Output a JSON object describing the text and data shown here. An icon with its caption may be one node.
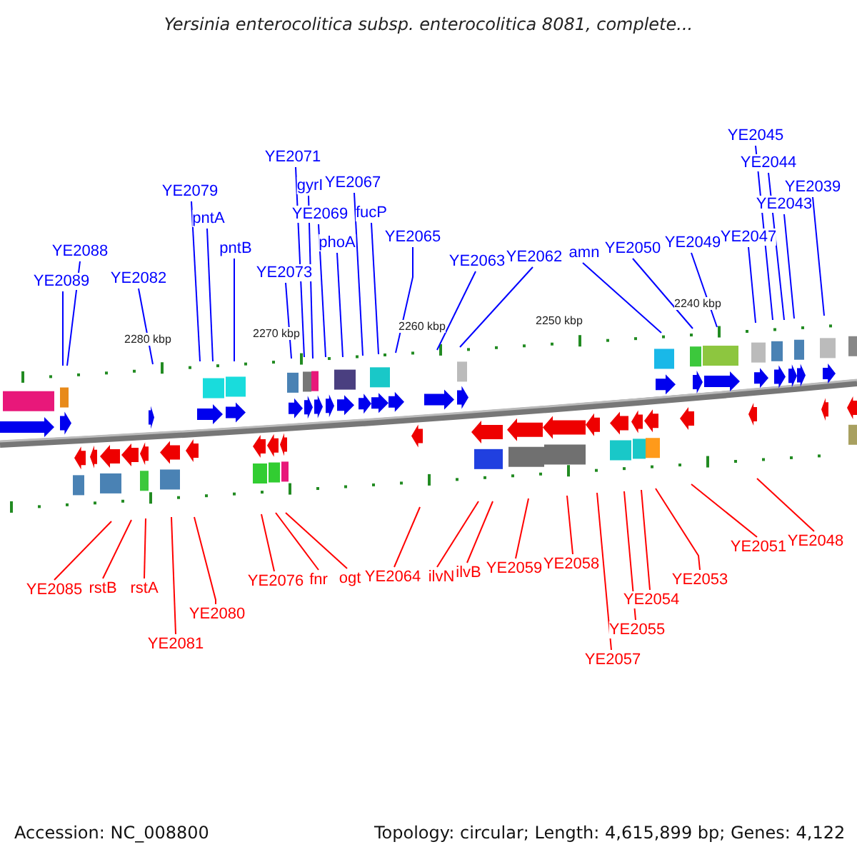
{
  "diagram": {
    "title": "Yersinia enterocolitica subsp. enterocolitica 8081, complete...",
    "nodes": [
      {
        "text": [
          "YE2089"
        ]
      },
      {
        "text": [
          "YE2088"
        ]
      },
      {
        "text": [
          "YE2082"
        ]
      },
      {
        "text": [
          "YE2079"
        ]
      },
      {
        "text": [
          "pntA"
        ]
      },
      {
        "text": [
          "pntB"
        ]
      },
      {
        "text": [
          "YE2073"
        ]
      },
      {
        "text": [
          "YE2071"
        ]
      },
      {
        "text": [
          "gyrI"
        ]
      },
      {
        "text": [
          "YE2069"
        ]
      },
      {
        "text": [
          "phoA"
        ]
      },
      {
        "text": [
          "YE2067"
        ]
      },
      {
        "text": [
          "fucP"
        ]
      },
      {
        "text": [
          "YE2065"
        ]
      },
      {
        "text": [
          "YE2063"
        ]
      },
      {
        "text": [
          "YE2062"
        ]
      },
      {
        "text": [
          "amn"
        ]
      },
      {
        "text": [
          "YE2050"
        ]
      },
      {
        "text": [
          "YE2049"
        ]
      },
      {
        "text": [
          "YE2047"
        ]
      },
      {
        "text": [
          "YE2045"
        ]
      },
      {
        "text": [
          "YE2044"
        ]
      },
      {
        "text": [
          "YE2043"
        ]
      },
      {
        "text": [
          "YE2039"
        ]
      },
      {
        "text": [
          "YE2085"
        ]
      },
      {
        "text": [
          "rstB"
        ]
      },
      {
        "text": [
          "rstA"
        ]
      },
      {
        "text": [
          "YE2081"
        ]
      },
      {
        "text": [
          "YE2080"
        ]
      },
      {
        "text": [
          "YE2076"
        ]
      },
      {
        "text": [
          "fnr"
        ]
      },
      {
        "text": [
          "ogt"
        ]
      },
      {
        "text": [
          "YE2064"
        ]
      },
      {
        "text": [
          "ilvN"
        ]
      },
      {
        "text": [
          "ilvB"
        ]
      },
      {
        "text": [
          "YE2059"
        ]
      },
      {
        "text": [
          "YE2058"
        ]
      },
      {
        "text": [
          "YE2057"
        ]
      },
      {
        "text": [
          "YE2055"
        ]
      },
      {
        "text": [
          "YE2054"
        ]
      },
      {
        "text": [
          "YE2053"
        ]
      },
      {
        "text": [
          "YE2051"
        ]
      },
      {
        "text": [
          "YE2048"
        ]
      }
    ],
    "edges": [
      {
        "from": 0,
        "to": null,
        "arrow": "none"
      },
      {
        "from": 1,
        "to": null,
        "arrow": "none"
      },
      {
        "from": 2,
        "to": null,
        "arrow": "none"
      },
      {
        "from": 3,
        "to": null,
        "arrow": "none"
      },
      {
        "from": 4,
        "to": null,
        "arrow": "none"
      },
      {
        "from": 5,
        "to": null,
        "arrow": "none"
      },
      {
        "from": 6,
        "to": null,
        "arrow": "none"
      },
      {
        "from": 7,
        "to": null,
        "arrow": "none"
      },
      {
        "from": 8,
        "to": null,
        "arrow": "none"
      },
      {
        "from": 9,
        "to": null,
        "arrow": "none"
      },
      {
        "from": 10,
        "to": null,
        "arrow": "none"
      },
      {
        "from": 11,
        "to": null,
        "arrow": "none"
      },
      {
        "from": 12,
        "to": null,
        "arrow": "none"
      },
      {
        "from": 13,
        "to": null,
        "arrow": "none"
      },
      {
        "from": 14,
        "to": null,
        "arrow": "none"
      },
      {
        "from": 15,
        "to": null,
        "arrow": "none"
      },
      {
        "from": 16,
        "to": null,
        "arrow": "none"
      },
      {
        "from": 17,
        "to": null,
        "arrow": "none"
      },
      {
        "from": 18,
        "to": null,
        "arrow": "none"
      },
      {
        "from": 19,
        "to": null,
        "arrow": "none"
      },
      {
        "from": 20,
        "to": null,
        "arrow": "none"
      },
      {
        "from": 21,
        "to": null,
        "arrow": "none"
      },
      {
        "from": 22,
        "to": null,
        "arrow": "none"
      },
      {
        "from": 23,
        "to": null,
        "arrow": "none"
      },
      {
        "from": 24,
        "to": null,
        "arrow": "none",
        "color": "#ff0000"
      },
      {
        "from": 25,
        "to": null,
        "arrow": "none",
        "color": "#ff0000"
      },
      {
        "from": 26,
        "to": null,
        "arrow": "none",
        "color": "#ff0000"
      },
      {
        "from": 27,
        "to": null,
        "arrow": "none",
        "color": "#ff0000"
      },
      {
        "from": 28,
        "to": null,
        "arrow": "none",
        "color": "#ff0000"
      },
      {
        "from": 29,
        "to": null,
        "arrow": "none",
        "color": "#ff0000"
      },
      {
        "from": 30,
        "to": null,
        "arrow": "none",
        "color": "#ff0000"
      },
      {
        "from": 31,
        "to": null,
        "arrow": "none",
        "color": "#ff0000"
      },
      {
        "from": 32,
        "to": null,
        "arrow": "none",
        "color": "#ff0000"
      },
      {
        "from": 33,
        "to": null,
        "arrow": "none",
        "color": "#ff0000"
      },
      {
        "from": 34,
        "to": null,
        "arrow": "none",
        "color": "#ff0000"
      },
      {
        "from": 35,
        "to": null,
        "arrow": "none",
        "color": "#ff0000"
      },
      {
        "from": 36,
        "to": null,
        "arrow": "none",
        "color": "#ff0000"
      },
      {
        "from": 37,
        "to": null,
        "arrow": "none",
        "color": "#ff0000"
      },
      {
        "from": 38,
        "to": null,
        "arrow": "none",
        "color": "#ff0000"
      },
      {
        "from": 39,
        "to": null,
        "arrow": "none",
        "color": "#ff0000"
      },
      {
        "from": 40,
        "to": null,
        "arrow": "none",
        "color": "#ff0000"
      },
      {
        "from": 41,
        "to": null,
        "arrow": "none",
        "color": "#ff0000"
      },
      {
        "from": 42,
        "to": null,
        "arrow": "none",
        "color": "#ff0000"
      }
    ],
    "labels": [
      "2280 kbp",
      "2270 kbp",
      "2260 kbp",
      "2250 kbp",
      "2240 kbp",
      "Accession: NC_008800",
      "Topology: circular; Length: 4,615,899 bp; Genes: 4,122"
    ]
  }
}
